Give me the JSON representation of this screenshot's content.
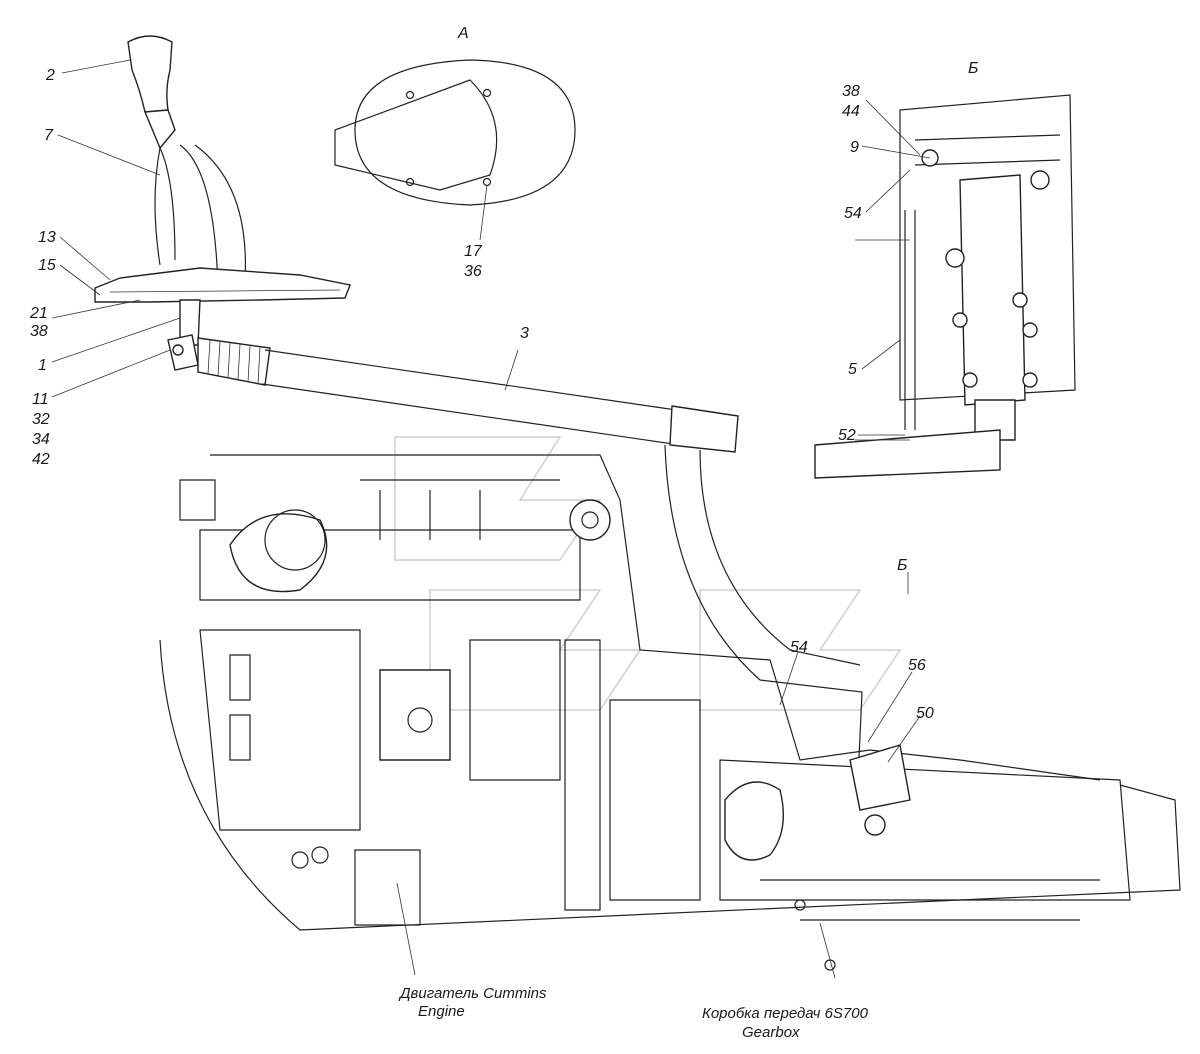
{
  "views": {
    "view_a": "А",
    "view_b": "Б",
    "view_b_marker": "Б"
  },
  "callouts": {
    "c2": "2",
    "c7": "7",
    "c13": "13",
    "c15": "15",
    "c21": "21",
    "c38a": "38",
    "c1": "1",
    "c11": "11",
    "c32": "32",
    "c34": "34",
    "c42": "42",
    "c17": "17",
    "c36": "36",
    "c3": "3",
    "c38b": "38",
    "c44": "44",
    "c9": "9",
    "c54a": "54",
    "c5": "5",
    "c52": "52",
    "c54b": "54",
    "c56": "56",
    "c50": "50"
  },
  "captions": {
    "engine_ru": "Двигатель Cummins",
    "engine_en": "Engine",
    "gearbox_ru": "Коробка передач 6S700",
    "gearbox_en": "Gearbox"
  },
  "colors": {
    "ink": "#222222",
    "watermark": "#cfcfcf",
    "paper": "#ffffff"
  }
}
